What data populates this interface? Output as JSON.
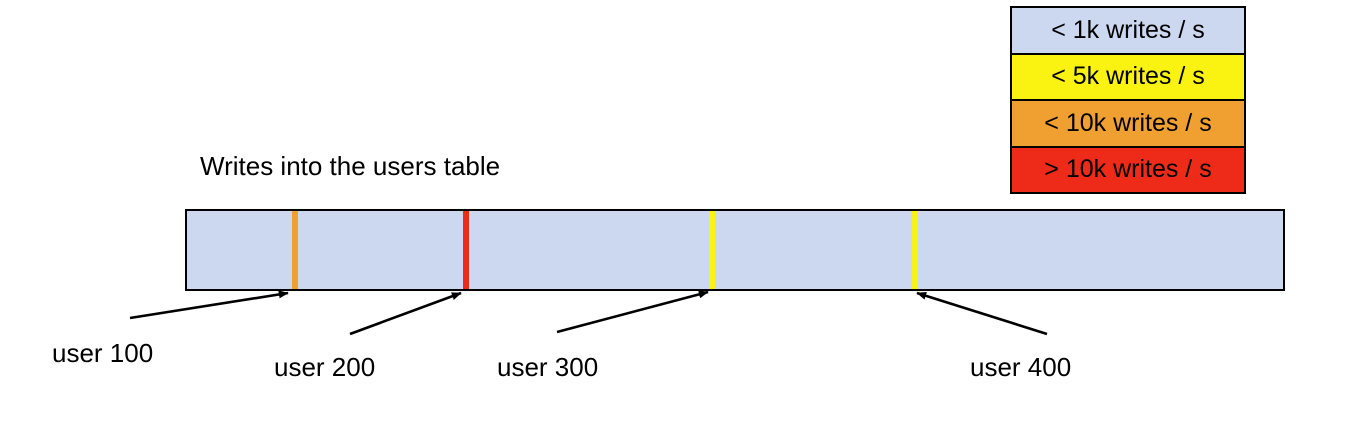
{
  "diagram": {
    "title": "Writes into the users table",
    "bar": {
      "fill_color": "#CBD8EF",
      "border_color": "#000000",
      "stripes": [
        {
          "name": "user-100-stripe",
          "x_percent": 9.55,
          "color": "#F0A030",
          "tier": "< 10k writes / s"
        },
        {
          "name": "user-200-stripe",
          "x_percent": 25.18,
          "color": "#EE2B19",
          "tier": "> 10k writes / s"
        },
        {
          "name": "user-300-stripe",
          "x_percent": 47.64,
          "color": "#FAF312",
          "tier": "< 5k writes / s"
        },
        {
          "name": "user-400-stripe",
          "x_percent": 66.18,
          "color": "#FAF312",
          "tier": "< 5k writes / s"
        }
      ]
    },
    "callouts": [
      {
        "label": "user 100"
      },
      {
        "label": "user 200"
      },
      {
        "label": "user 300"
      },
      {
        "label": "user 400"
      }
    ]
  },
  "legend": {
    "items": [
      {
        "label": "< 1k writes / s",
        "color": "#CBD8EF"
      },
      {
        "label": "< 5k writes / s",
        "color": "#FAF312"
      },
      {
        "label": "< 10k writes / s",
        "color": "#F0A030"
      },
      {
        "label": "> 10k writes / s",
        "color": "#EE2B19"
      }
    ]
  },
  "chart_data": {
    "type": "bar",
    "title": "Writes into the users table",
    "categories": [
      "user 100",
      "user 200",
      "user 300",
      "user 400"
    ],
    "values": [
      "< 10k writes / s",
      "> 10k writes / s",
      "< 5k writes / s",
      "< 5k writes / s"
    ],
    "xlabel": "",
    "ylabel": "",
    "legend_position": "top-right"
  }
}
